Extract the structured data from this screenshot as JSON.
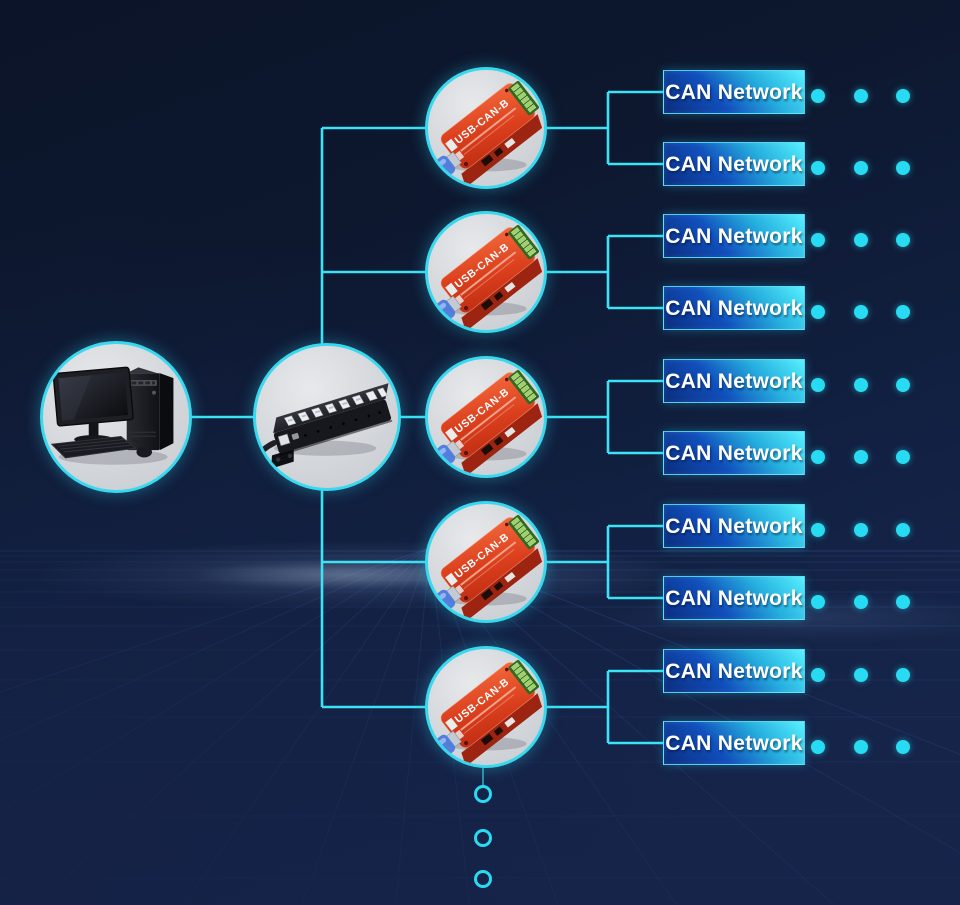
{
  "diagram": {
    "description_labels": {
      "adapter_label": "USB-CAN-B",
      "network_label": "CAN Network"
    },
    "rows": [
      {
        "adapter_label": "USB-CAN-B",
        "networks": [
          {
            "label": "CAN Network"
          },
          {
            "label": "CAN Network"
          }
        ]
      },
      {
        "adapter_label": "USB-CAN-B",
        "networks": [
          {
            "label": "CAN Network"
          },
          {
            "label": "CAN Network"
          }
        ]
      },
      {
        "adapter_label": "USB-CAN-B",
        "networks": [
          {
            "label": "CAN Network"
          },
          {
            "label": "CAN Network"
          }
        ]
      },
      {
        "adapter_label": "USB-CAN-B",
        "networks": [
          {
            "label": "CAN Network"
          },
          {
            "label": "CAN Network"
          }
        ]
      },
      {
        "adapter_label": "USB-CAN-B",
        "networks": [
          {
            "label": "CAN Network"
          },
          {
            "label": "CAN Network"
          }
        ]
      }
    ],
    "decor": {
      "trailing_dots_per_network": 3,
      "continuation_dots": 3
    },
    "colors": {
      "background_top": "#0b1428",
      "background_bottom": "#16254b",
      "accent_cyan": "#3ce2f5",
      "dot_cyan": "#27dcf2",
      "ring_cyan": "#38d9ef",
      "box_gradient_start": "#0a2d7e",
      "box_gradient_end": "#55f0fe",
      "grid_blue": "#4d82d8",
      "circle_fill": "#d4d7db",
      "adapter_red": "#e04a28",
      "device_black": "#17181d"
    }
  }
}
